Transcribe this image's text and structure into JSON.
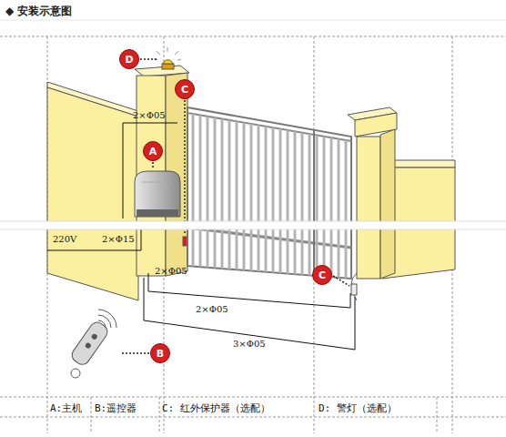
{
  "diagram": {
    "title": "◆ 安装示意图",
    "nodes": [
      {
        "text": [
          "D"
        ]
      },
      {
        "text": [
          "C"
        ]
      },
      {
        "text": [
          "A"
        ]
      },
      {
        "text": [
          "C"
        ]
      },
      {
        "text": [
          "B"
        ]
      }
    ],
    "labels": [
      "2×Φ05",
      "220V",
      "2×Φ15",
      "2×Φ05",
      "2×Φ05",
      "3×Φ05",
      "A:主机",
      "B:遥控器",
      "C: 红外保护器（选配）",
      "D: 警灯（选配）"
    ]
  }
}
